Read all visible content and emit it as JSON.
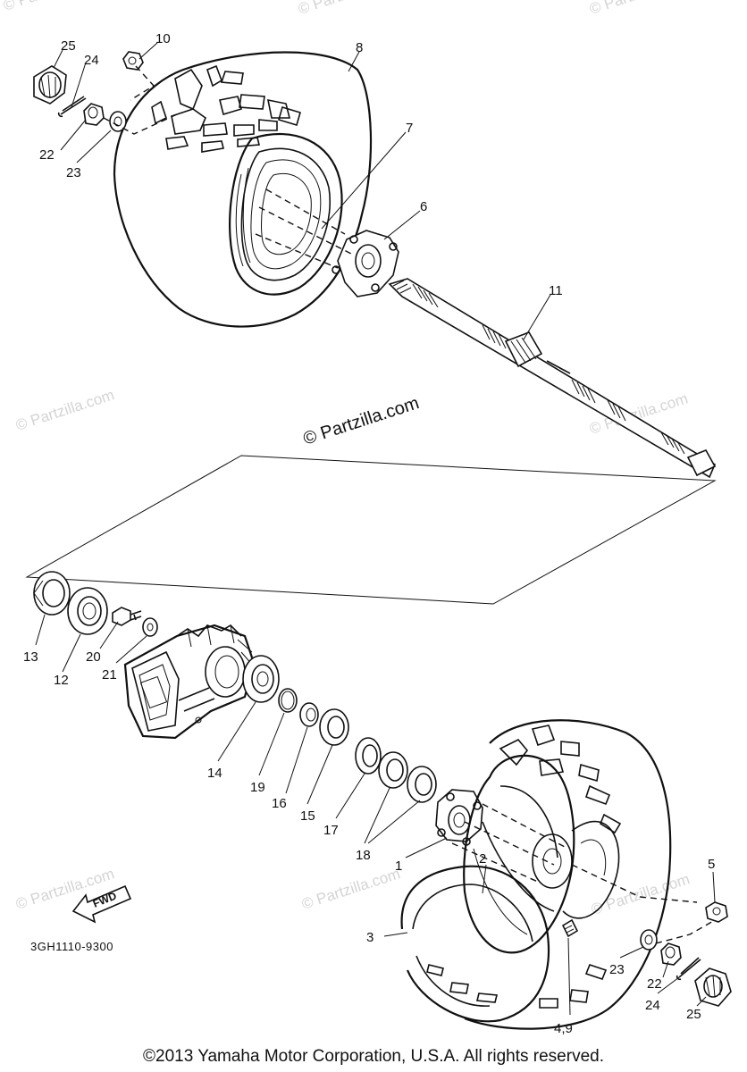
{
  "diagram": {
    "watermark_main": "© Partzilla.com",
    "watermark_faint": "© Partzilla.com",
    "diagram_code": "3GH1110-9300",
    "fwd_label": "FWD",
    "copyright": "©2013 Yamaha Motor Corporation, U.S.A. All rights reserved."
  },
  "labels": {
    "p1": "1",
    "p2": "2",
    "p3": "3",
    "p4_9": "4,9",
    "p5": "5",
    "p6": "6",
    "p7": "7",
    "p8": "8",
    "p10": "10",
    "p11": "11",
    "p12": "12",
    "p13": "13",
    "p14": "14",
    "p15": "15",
    "p16": "16",
    "p17": "17",
    "p18": "18",
    "p19": "19",
    "p20": "20",
    "p21": "21",
    "p22_top": "22",
    "p23_top": "23",
    "p24_top": "24",
    "p25_top": "25",
    "p22_bot": "22",
    "p23_bot": "23",
    "p24_bot": "24",
    "p25_bot": "25"
  }
}
